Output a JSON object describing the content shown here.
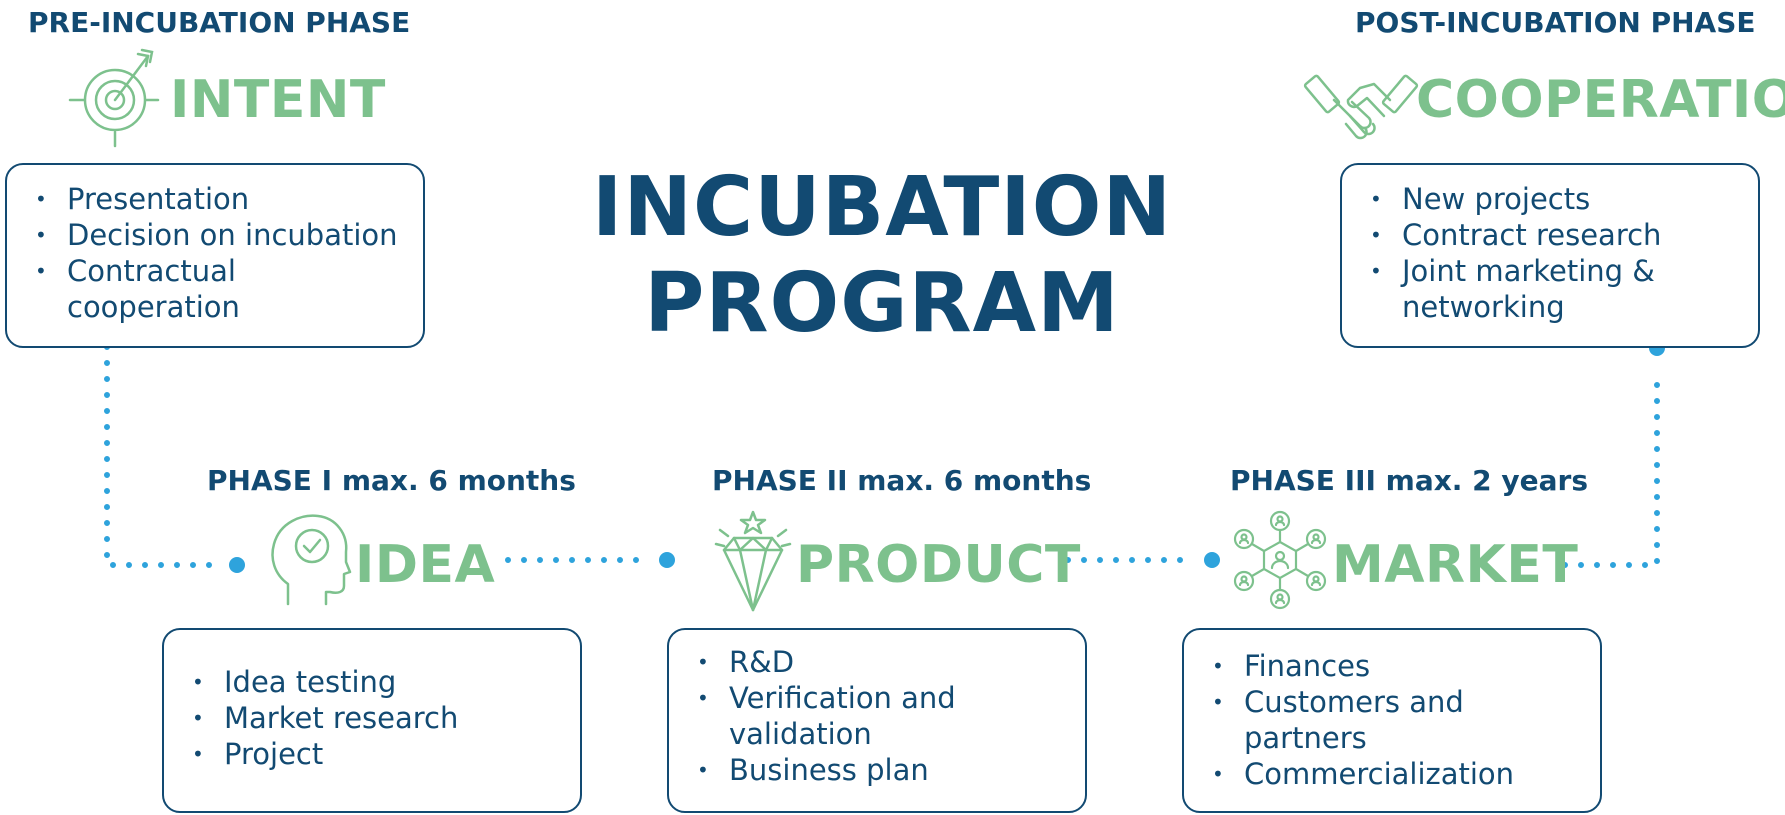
{
  "pre_phase": {
    "heading": "PRE-INCUBATION PHASE",
    "stage": "INTENT",
    "icon": "target-icon",
    "items": [
      "Presentation",
      "Decision on incubation",
      "Contractual cooperation"
    ]
  },
  "post_phase": {
    "heading": "POST-INCUBATION PHASE",
    "stage": "COOPERATION",
    "icon": "handshake-icon",
    "items": [
      "New projects",
      "Contract research",
      "Joint marketing & networking"
    ]
  },
  "title": {
    "line1": "INCUBATION",
    "line2": "PROGRAM"
  },
  "phases": [
    {
      "heading": "PHASE I max. 6 months",
      "stage": "IDEA",
      "icon": "head-check-icon",
      "items": [
        "Idea testing",
        "Market research",
        "Project"
      ]
    },
    {
      "heading": "PHASE II max. 6 months",
      "stage": "PRODUCT",
      "icon": "diamond-icon",
      "items": [
        "R&D",
        "Verification and validation",
        "Business plan"
      ]
    },
    {
      "heading": "PHASE III max. 2 years",
      "stage": "MARKET",
      "icon": "network-icon",
      "items": [
        "Finances",
        "Customers and partners",
        "Commercialization"
      ]
    }
  ],
  "colors": {
    "navy": "#124a72",
    "green": "#7dc18d",
    "connector": "#2ea3dc"
  }
}
